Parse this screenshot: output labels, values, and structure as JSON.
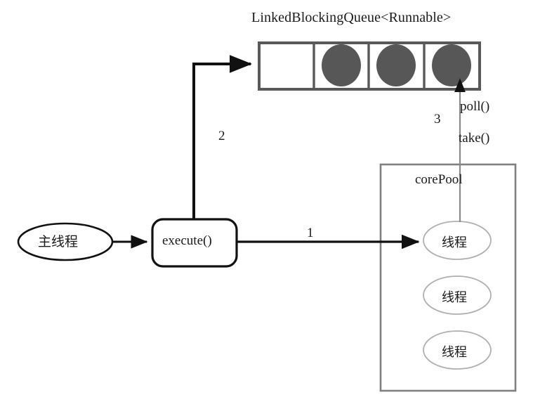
{
  "diagram": {
    "title": "LinkedBlockingQueue<Runnable>",
    "queue": {
      "name": "LinkedBlockingQueue<Runnable>",
      "capacity_cells": 4,
      "cells": [
        {
          "index": 0,
          "filled": false,
          "task": ""
        },
        {
          "index": 1,
          "filled": true,
          "task": "task-circle"
        },
        {
          "index": 2,
          "filled": true,
          "task": "task-circle"
        },
        {
          "index": 3,
          "filled": true,
          "task": "task-circle"
        }
      ]
    },
    "main_thread": {
      "label": "主线程"
    },
    "execute_box": {
      "label": "execute()"
    },
    "core_pool": {
      "label": "corePool",
      "threads": [
        {
          "label": "线程"
        },
        {
          "label": "线程"
        },
        {
          "label": "线程"
        }
      ]
    },
    "steps": {
      "step1": "1",
      "step2": "2",
      "step3": "3"
    },
    "queue_methods": {
      "poll": "poll()",
      "take": "take()"
    },
    "colors": {
      "task_fill": "#575757",
      "queue_border": "#595959",
      "pool_border": "#808080",
      "thread_border": "#b0b0b0",
      "arrow_black": "#111111",
      "arrow_gray": "#8a8a8a",
      "background": "#ffffff"
    }
  }
}
